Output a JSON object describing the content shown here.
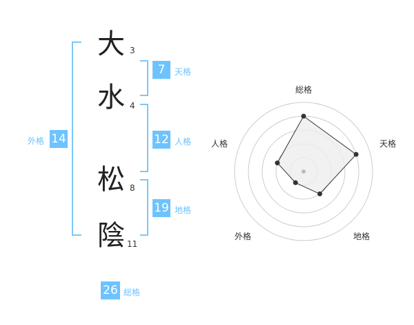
{
  "name": {
    "chars": [
      {
        "char": "大",
        "strokes": "3"
      },
      {
        "char": "水",
        "strokes": "4"
      },
      {
        "char": "松",
        "strokes": "8"
      },
      {
        "char": "陰",
        "strokes": "11"
      }
    ]
  },
  "fortunes": {
    "tenkaku": {
      "value": "7",
      "label": "天格"
    },
    "jinkaku": {
      "value": "12",
      "label": "人格"
    },
    "chikaku": {
      "value": "19",
      "label": "地格"
    },
    "gaikaku": {
      "value": "14",
      "label": "外格"
    },
    "soukaku": {
      "value": "26",
      "label": "総格"
    }
  },
  "radar": {
    "axes": [
      "総格",
      "天格",
      "地格",
      "外格",
      "人格"
    ],
    "levels": [
      4,
      4,
      2,
      1,
      2
    ],
    "max_level": 5,
    "colors": {
      "ring": "#cccccc",
      "fill": "#eeeeee",
      "line": "#333333",
      "point": "#333333",
      "center": "#bbbbbb"
    }
  }
}
